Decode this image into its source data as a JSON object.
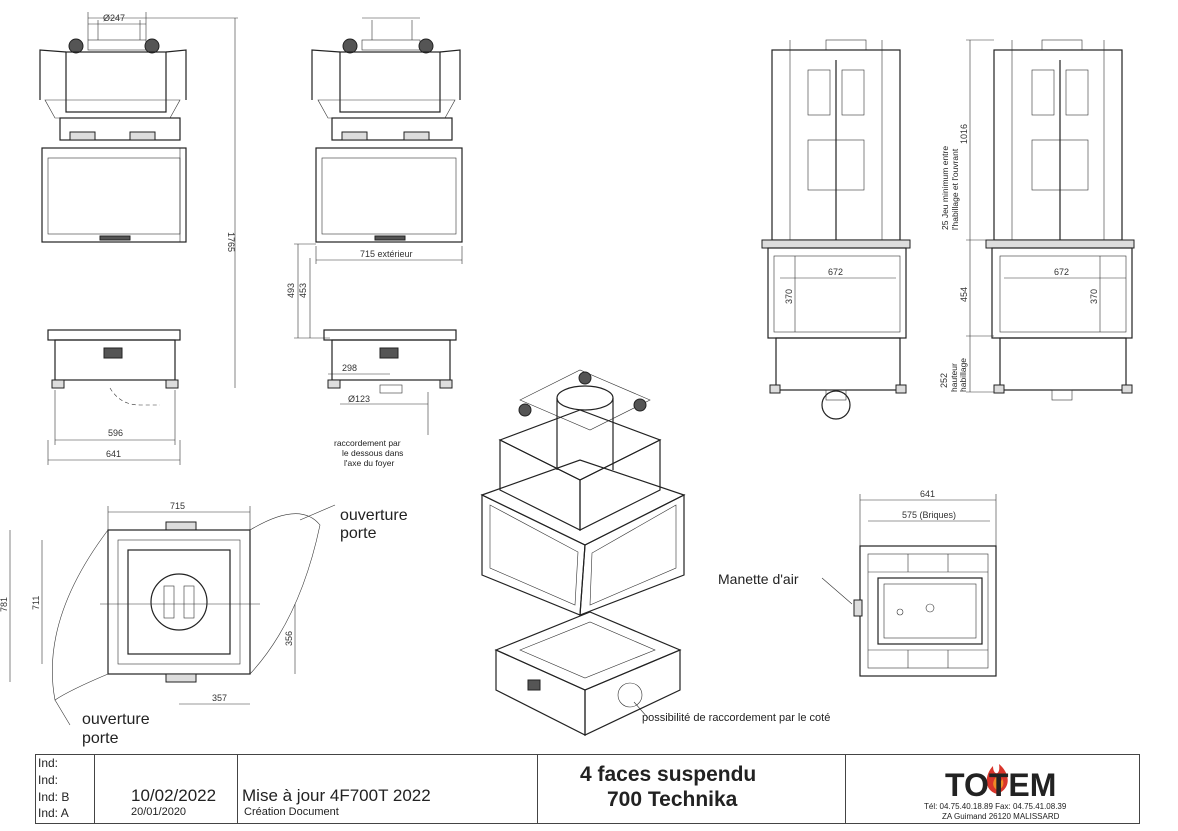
{
  "dimensions": {
    "d247": "Ø247",
    "d1765": "1765",
    "d715ext": "715 extérieur",
    "d493": "493",
    "d453": "453",
    "d298": "298",
    "d123": "Ø123",
    "d596": "596",
    "d641": "641",
    "d715": "715",
    "d781": "781",
    "d711": "711",
    "d356": "356",
    "d357": "357",
    "d672a": "672",
    "d370a": "370",
    "d672b": "672",
    "d370b": "370",
    "d1016": "1016",
    "d454": "454",
    "d252": "252",
    "d641b": "641",
    "d575": "575 (Briques)"
  },
  "annotations": {
    "raccord_dessous": [
      "raccordement par",
      "le dessous dans",
      "l'axe du foyer"
    ],
    "jeu_minimum": [
      "25 Jeu minimum entre",
      "l'habillage et l'ouvrant"
    ],
    "hauteur_habillage": [
      "hauteur",
      "habillage"
    ],
    "ouverture_porte_top": [
      "ouverture",
      "porte"
    ],
    "ouverture_porte_bottom": [
      "ouverture",
      "porte"
    ],
    "manette_air": "Manette d'air",
    "raccord_cote": "possibilité de raccordement par le coté"
  },
  "title_block": {
    "revisions": {
      "ind1": "Ind:",
      "ind2": "Ind:",
      "indB": "Ind: B",
      "indA": "Ind:  A"
    },
    "date_b": "10/02/2022",
    "date_a": "20/01/2020",
    "desc_b": "Mise à jour 4F700T 2022",
    "desc_a": "Création Document",
    "product_line1": "4 faces suspendu",
    "product_line2": "700 Technika",
    "brand": "TOTEM",
    "contact": "Tél: 04.75.40.18.89 Fax: 04.75.41.08.39",
    "address": "ZA Guimand  26120 MALISSARD"
  },
  "colors": {
    "flame_red": "#d9352b",
    "flame_orange": "#f08a24",
    "ink": "#222222"
  }
}
